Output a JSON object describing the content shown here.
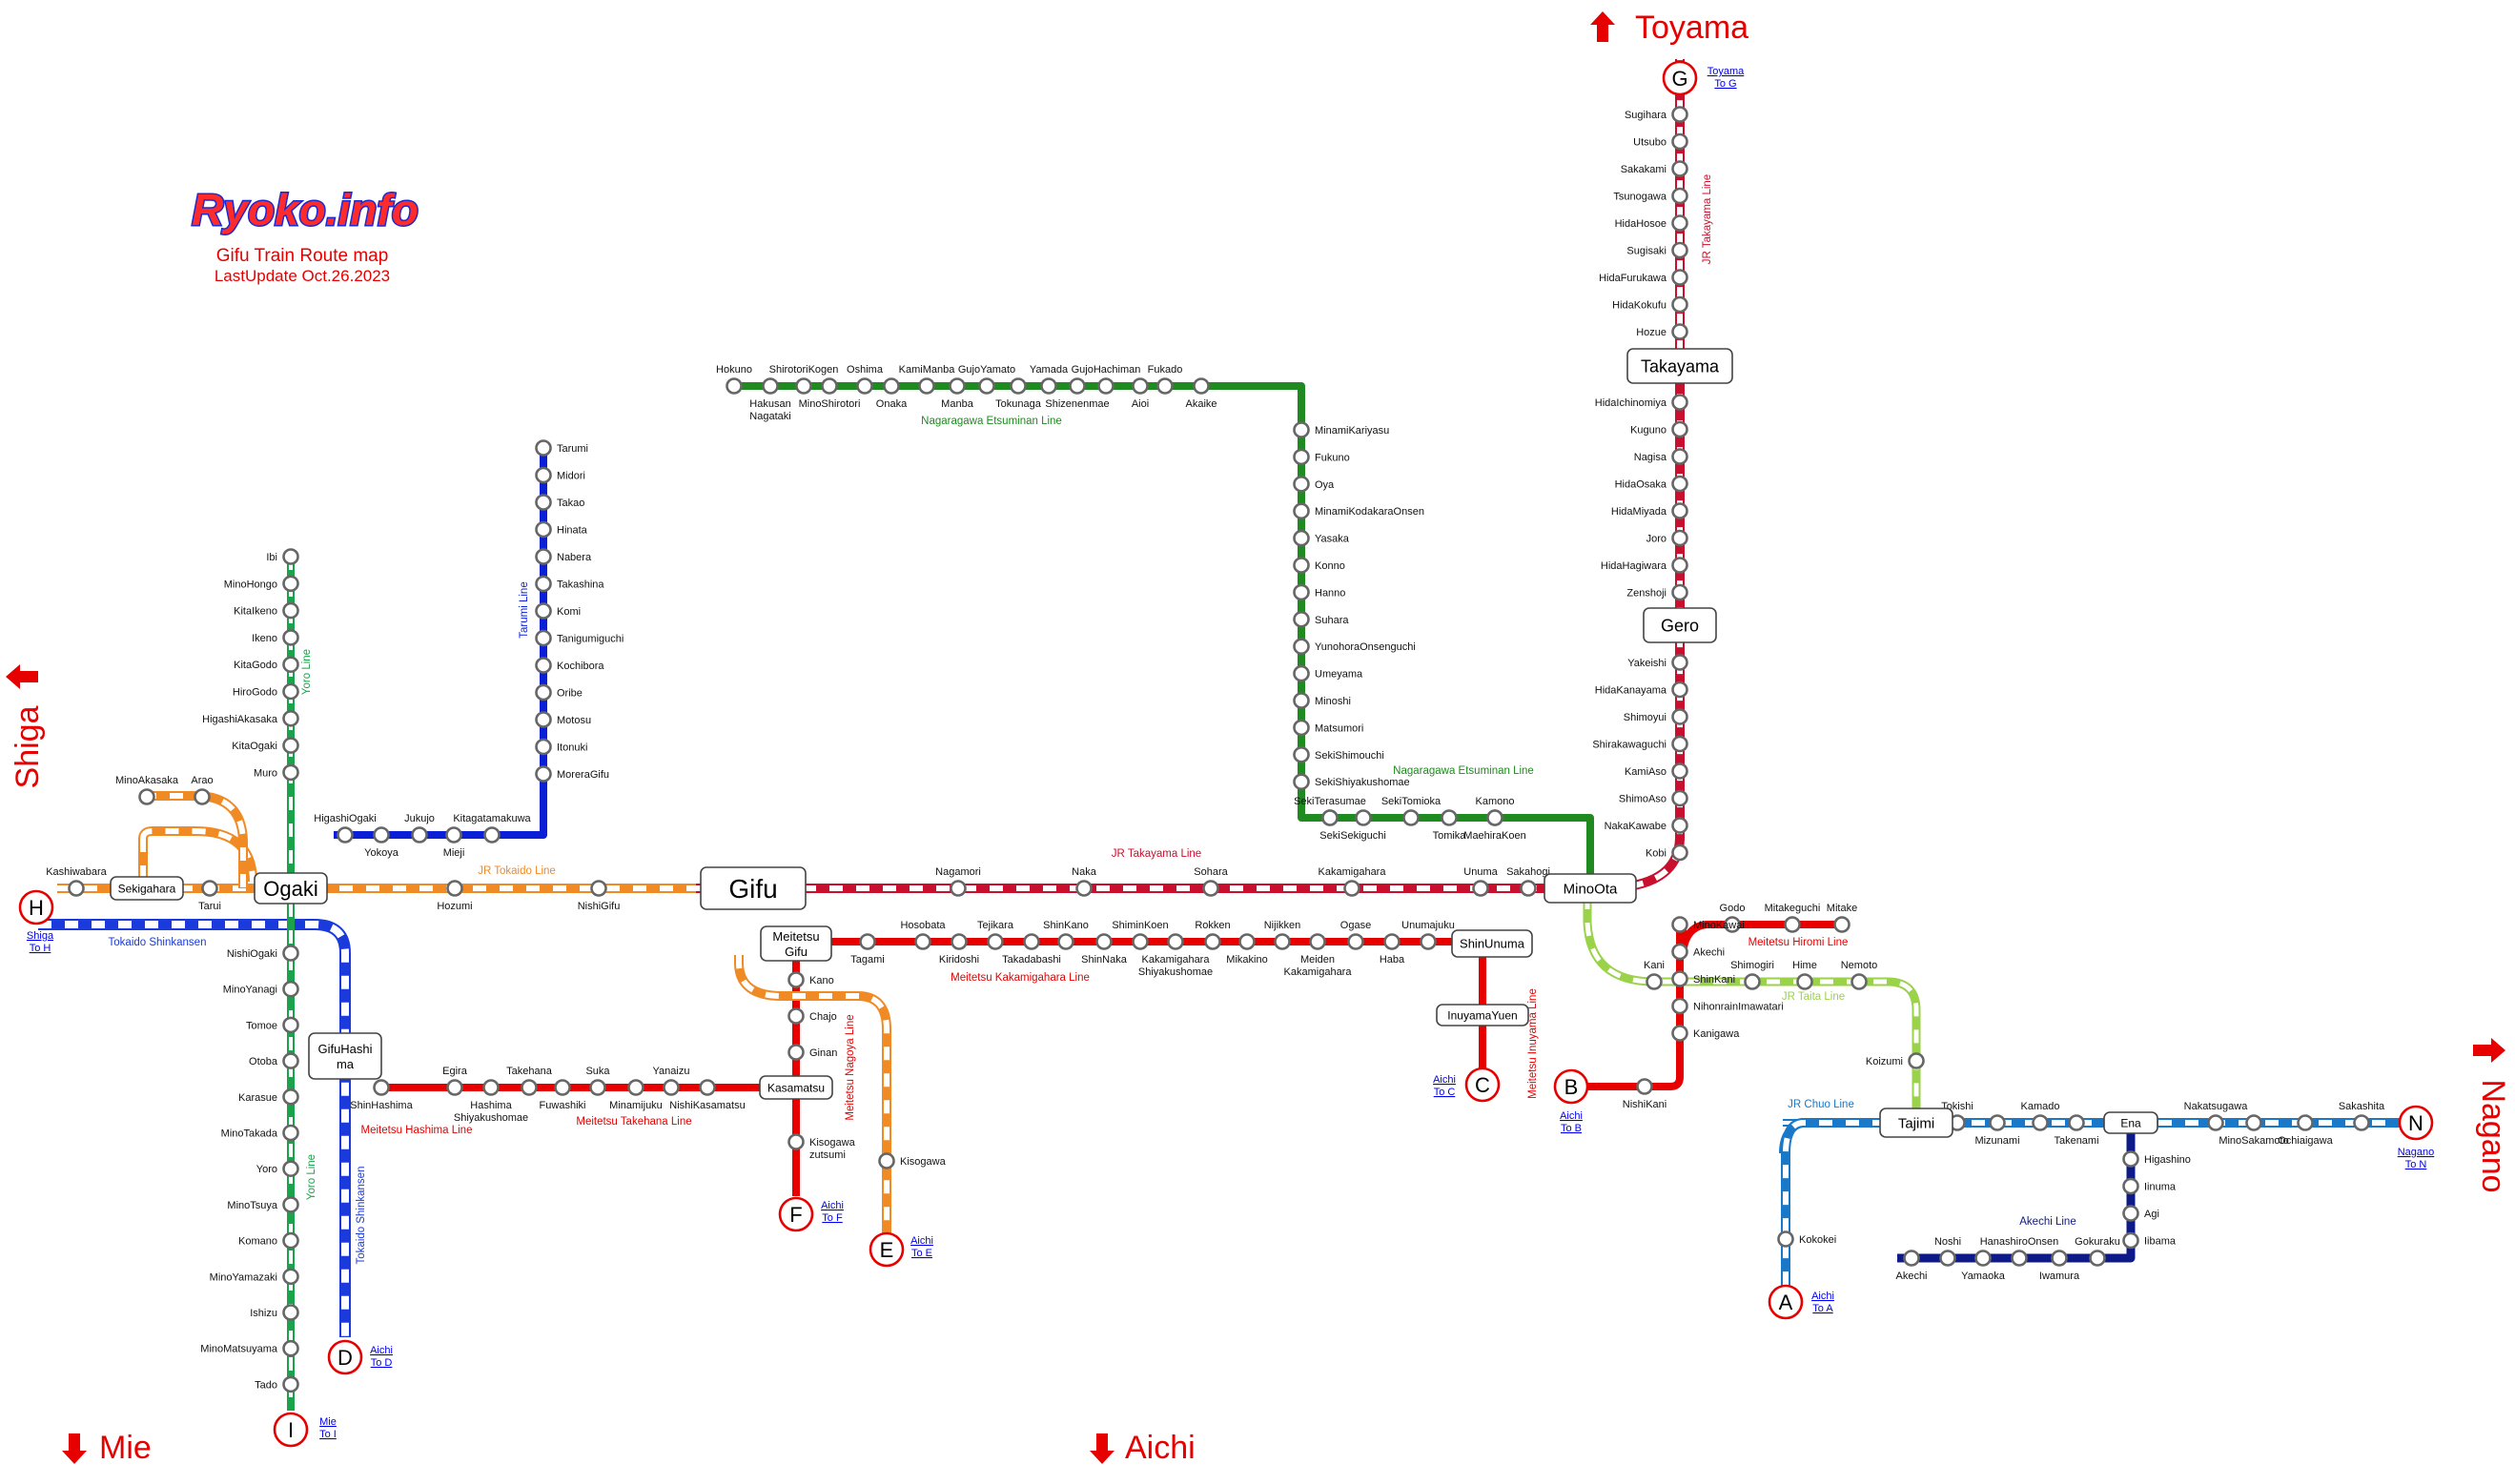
{
  "brand": {
    "logo": "Ryoko.info",
    "subtitle": "Gifu Train Route map",
    "updated": "LastUpdate Oct.26.2023"
  },
  "colors": {
    "jr_tokaido": "#f08a25",
    "jr_takayama": "#c8102e",
    "meitetsu": "#e60000",
    "yoro": "#1aa34a",
    "tarumi": "#0a1fd6",
    "shinkansen": "#1a3adb",
    "etsumi": "#1f8a1f",
    "taita": "#9ad24a",
    "chuo": "#1a78c8",
    "akechi": "#0e1a8a",
    "arrow": "#e60000"
  },
  "directions": {
    "toyama": "Toyama",
    "shiga": "Shiga",
    "mie": "Mie",
    "aichi": "Aichi",
    "nagano": "Nagano"
  },
  "line_labels": {
    "jr_tokaido": "JR Tokaido Line",
    "jr_takayama_h": "JR Takayama Line",
    "jr_takayama_v": "JR Takayama Line",
    "tokaido_shinkansen_h": "Tokaido Shinkansen",
    "tokaido_shinkansen_v": "Tokaido Shinkansen",
    "yoro_n": "Yoro Line",
    "yoro_s": "Yoro Line",
    "tarumi": "Tarumi Line",
    "etsumi_top": "Nagaragawa Etsuminan Line",
    "etsumi_side": "Nagaragawa Etsuminan Line",
    "kakamigahara": "Meitetsu Kakamigahara Line",
    "hashima": "Meitetsu Hashima Line",
    "takehana": "Meitetsu Takehana Line",
    "nagoya": "Meitetsu Nagoya Line",
    "inuyama": "Meitetsu Inuyama Line",
    "hiromi": "Meitetsu Hiromi Line",
    "taita": "JR Taita Line",
    "chuo": "JR Chuo Line",
    "akechi": "Akechi Line"
  },
  "hubs": {
    "gifu": "Gifu",
    "ogaki": "Ogaki",
    "sekigahara": "Sekigahara",
    "meitetsugifu": "Meitetsu Gifu",
    "gifuhashima": "GifuHashima",
    "kasamatsu": "Kasamatsu",
    "shinunuma": "ShinUnuma",
    "inuyamayuen": "InuyamaYuen",
    "minoota": "MinoOta",
    "takayama": "Takayama",
    "gero": "Gero",
    "tajimi": "Tajimi",
    "ena": "Ena"
  },
  "exits": [
    {
      "id": "G",
      "text": "Toyama",
      "sub": "To G"
    },
    {
      "id": "H",
      "text": "Shiga",
      "sub": "To H"
    },
    {
      "id": "I",
      "text": "Mie",
      "sub": "To I"
    },
    {
      "id": "D",
      "text": "Aichi",
      "sub": "To D"
    },
    {
      "id": "F",
      "text": "Aichi",
      "sub": "To F"
    },
    {
      "id": "E",
      "text": "Aichi",
      "sub": "To E"
    },
    {
      "id": "C",
      "text": "Aichi",
      "sub": "To C"
    },
    {
      "id": "B",
      "text": "Aichi",
      "sub": "To B"
    },
    {
      "id": "A",
      "text": "Aichi",
      "sub": "To A"
    },
    {
      "id": "N",
      "text": "Nagano",
      "sub": "To N"
    }
  ],
  "stations": {
    "takayama_line_n": [
      "Sugihara",
      "Utsubo",
      "Sakakami",
      "Tsunogawa",
      "HidaHosoe",
      "Sugisaki",
      "HidaFurukawa",
      "HidaKokufu",
      "Hozue"
    ],
    "takayama_line_m": [
      "HidaIchinomiya",
      "Kuguno",
      "Nagisa",
      "HidaOsaka",
      "HidaMiyada",
      "Joro",
      "HidaHagiwara",
      "Zenshoji"
    ],
    "takayama_line_s": [
      "Yakeishi",
      "HidaKanayama",
      "Shimoyui",
      "Shirakawaguchi",
      "KamiAso",
      "ShimoAso",
      "NakaKawabe",
      "Kobi"
    ],
    "takayama_line_h": [
      "Nagamori",
      "Naka",
      "Sohara",
      "Kakamigahara",
      "Unuma",
      "Sakahogi"
    ],
    "tokaido": [
      "Kashiwabara",
      "Tarui",
      "Hozumi",
      "NishiGifu"
    ],
    "tokaido_branch": [
      "MinoAkasaka",
      "Arao"
    ],
    "yoro_n": [
      "Ibi",
      "MinoHongo",
      "KitaIkeno",
      "Ikeno",
      "KitaGodo",
      "HiroGodo",
      "HigashiAkasaka",
      "KitaOgaki",
      "Muro"
    ],
    "yoro_s": [
      "NishiOgaki",
      "MinoYanagi",
      "Tomoe",
      "Otoba",
      "Karasue",
      "MinoTakada",
      "Yoro",
      "MinoTsuya",
      "Komano",
      "MinoYamazaki",
      "Ishizu",
      "MinoMatsuyama",
      "Tado"
    ],
    "tarumi_v": [
      "Tarumi",
      "Midori",
      "Takao",
      "Hinata",
      "Nabera",
      "Takashina",
      "Komi",
      "Tanigumiguchi",
      "Kochibora",
      "Oribe",
      "Motosu",
      "Itonuki",
      "MoreraGifu"
    ],
    "tarumi_h_top": [
      "HigashiOgaki",
      "Jukujo",
      "Kitagatamakuwa"
    ],
    "tarumi_h_bot": [
      "Yokoya",
      "Mieji"
    ],
    "etsumi_top_a": [
      "Hokuno",
      "ShirotoriKogen",
      "Oshima",
      "KamiManba",
      "GujoYamato",
      "Yamada",
      "GujoHachiman",
      "Fukado"
    ],
    "etsumi_top_b": [
      "Hakusan Nagataki",
      "MinoShirotori",
      "Onaka",
      "Manba",
      "Tokunaga",
      "Shizenenmae",
      "Aioi",
      "Akaike"
    ],
    "etsumi_v": [
      "MinamiKariyasu",
      "Fukuno",
      "Oya",
      "MinamiKodakaraOnsen",
      "Yasaka",
      "Konno",
      "Hanno",
      "Suhara",
      "YunohoraOnsenguchi",
      "Umeyama",
      "Minoshi",
      "Matsumori",
      "SekiShimouchi",
      "SekiShiyakushomae"
    ],
    "etsumi_bot_a": [
      "SekiTerasumae",
      "SekiTomioka",
      "Kamono"
    ],
    "etsumi_bot_b": [
      "Seki",
      "Sekiguchi",
      "Tomika",
      "MaehiraKoen"
    ],
    "kakamigahara_top": [
      "Hosobata",
      "Tejikara",
      "ShinKano",
      "ShiminKoen",
      "Rokken",
      "Nijikken",
      "Ogase",
      "Unumajuku"
    ],
    "kakamigahara_bot": [
      "Tagami",
      "Kiridoshi",
      "Takadabashi",
      "ShinNaka",
      "Kakamigahara Shiyakushomae",
      "Mikakino",
      "Meiden Kakamigahara",
      "Haba"
    ],
    "nagoya": [
      "Kano",
      "Chajo",
      "Ginan"
    ],
    "nagoya_s": [
      "Kisogawa zutsumi"
    ],
    "kisogawa": [
      "Kisogawa"
    ],
    "takehana_top": [
      "Egira",
      "Takehana",
      "Suka",
      "Yanaizu"
    ],
    "takehana_bot": [
      "ShinHashima",
      "Hashima Shiyakushomae",
      "Fuwashiki",
      "Minamijuku",
      "NishiKasamatsu"
    ],
    "hiromi_top": [
      "Godo",
      "Mitakeguchi",
      "Mitake"
    ],
    "hiromi_v": [
      "MinoKawai",
      "Akechi",
      "ShinKani",
      "NihonrainImawatari",
      "Kanigawa"
    ],
    "hiromi_b": [
      "NishiKani"
    ],
    "taita": [
      "Kani",
      "Shimogiri",
      "Hime",
      "Nemoto",
      "Koizumi"
    ],
    "chuo_w": [
      "Kokokei"
    ],
    "chuo_e_top": [
      "Tokishi",
      "Kamado",
      "Nakatsugawa",
      "Sakashita"
    ],
    "chuo_e_bot": [
      "Mizunami",
      "Takenami",
      "MinoSakamoto",
      "Ochiaigawa"
    ],
    "akechi_v": [
      "Higashino",
      "Iinuma",
      "Agi",
      "Iibama"
    ],
    "akechi_top": [
      "Noshi",
      "HanashiroOnsen",
      "Gokuraku"
    ],
    "akechi_bot": [
      "Akechi",
      "Yamaoka",
      "Iwamura"
    ]
  }
}
